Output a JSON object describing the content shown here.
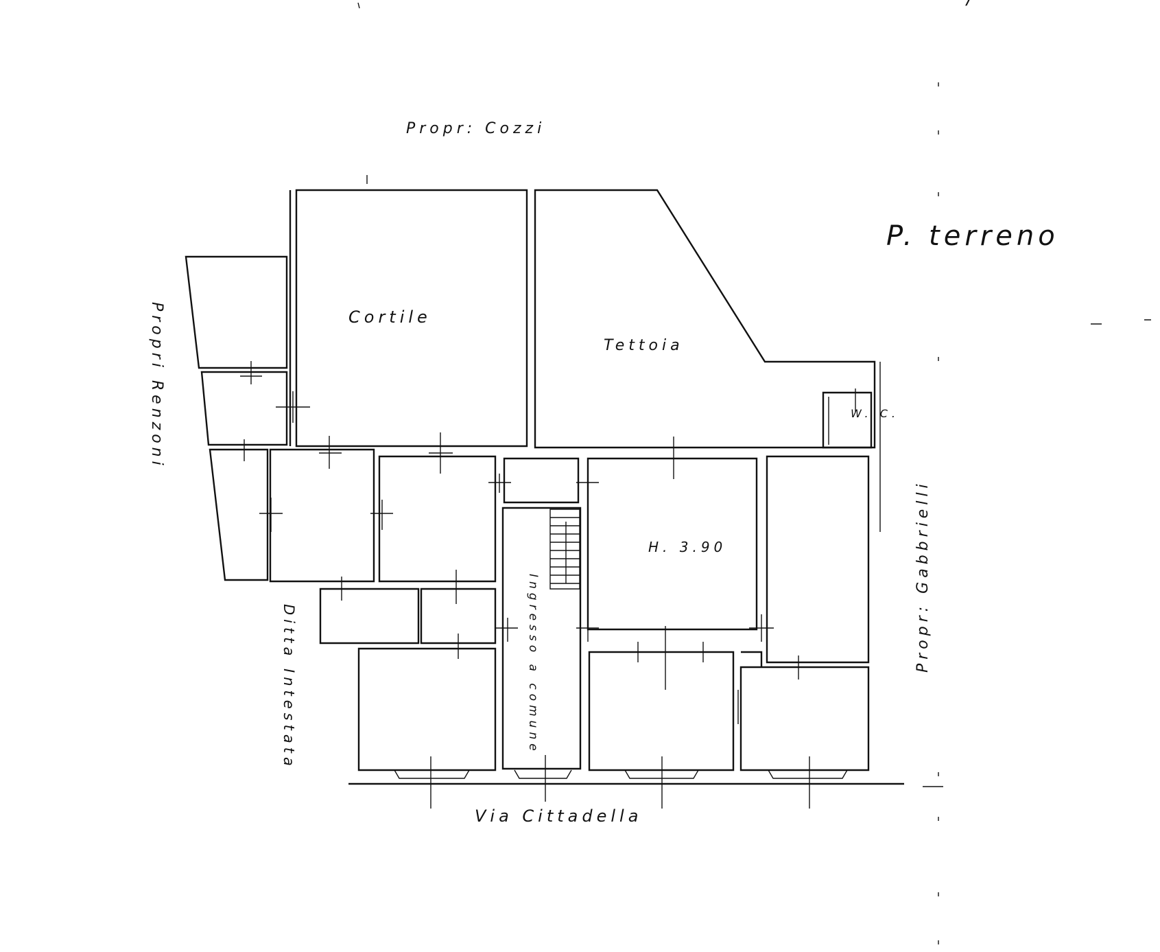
{
  "drawing": {
    "title": "P. terreno",
    "top_corner_text": "- ——-/-",
    "neighbours": {
      "north": "Propr: Cozzi",
      "west": "Propri Renzoni",
      "east": "Propr: Gabbrielli",
      "lower_west": "Ditta Intestata"
    },
    "street": "Via Cittadella"
  },
  "rooms": {
    "courtyard": "Cortile",
    "canopy": "Tettoia",
    "wc": "W. C.",
    "height_note": "H. 3.90",
    "common_entrance": "Ingresso a comune"
  },
  "colors": {
    "ink": "#111111",
    "paper": "#ffffff"
  }
}
